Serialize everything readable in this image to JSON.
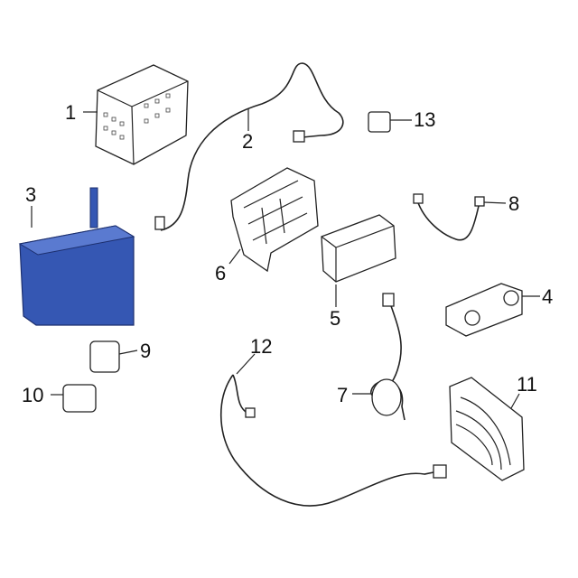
{
  "diagram": {
    "highlight_color": "#3557b3",
    "callouts": [
      {
        "id": "1",
        "label": "1"
      },
      {
        "id": "2",
        "label": "2"
      },
      {
        "id": "3",
        "label": "3"
      },
      {
        "id": "4",
        "label": "4"
      },
      {
        "id": "5",
        "label": "5"
      },
      {
        "id": "6",
        "label": "6"
      },
      {
        "id": "7",
        "label": "7"
      },
      {
        "id": "8",
        "label": "8"
      },
      {
        "id": "9",
        "label": "9"
      },
      {
        "id": "10",
        "label": "10"
      },
      {
        "id": "11",
        "label": "11"
      },
      {
        "id": "12",
        "label": "12"
      },
      {
        "id": "13",
        "label": "13"
      }
    ]
  }
}
